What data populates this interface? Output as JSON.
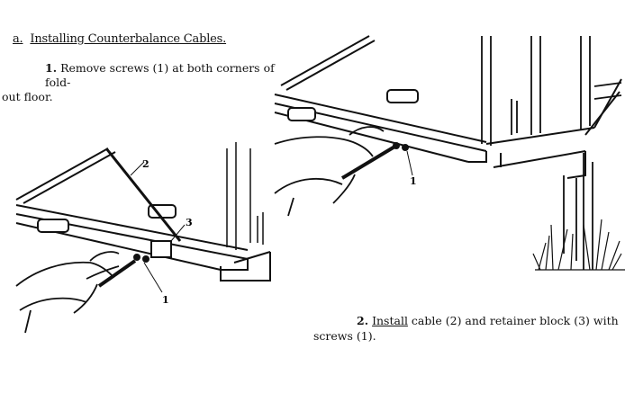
{
  "heading": {
    "number": "a.",
    "title": "Installing Counterbalance Cables."
  },
  "step1": {
    "number": "1.",
    "line1": "Remove screws (1) at both corners of fold-",
    "line2": "out floor."
  },
  "step2": {
    "number": "2.",
    "first_word": "Install",
    "line1_rest": " cable (2) and retainer block (3) with",
    "line2": "screws (1)."
  },
  "left_figure": {
    "callout_1": "1",
    "callout_2": "2",
    "callout_3": "3"
  },
  "right_figure": {
    "callout_1": "1"
  }
}
